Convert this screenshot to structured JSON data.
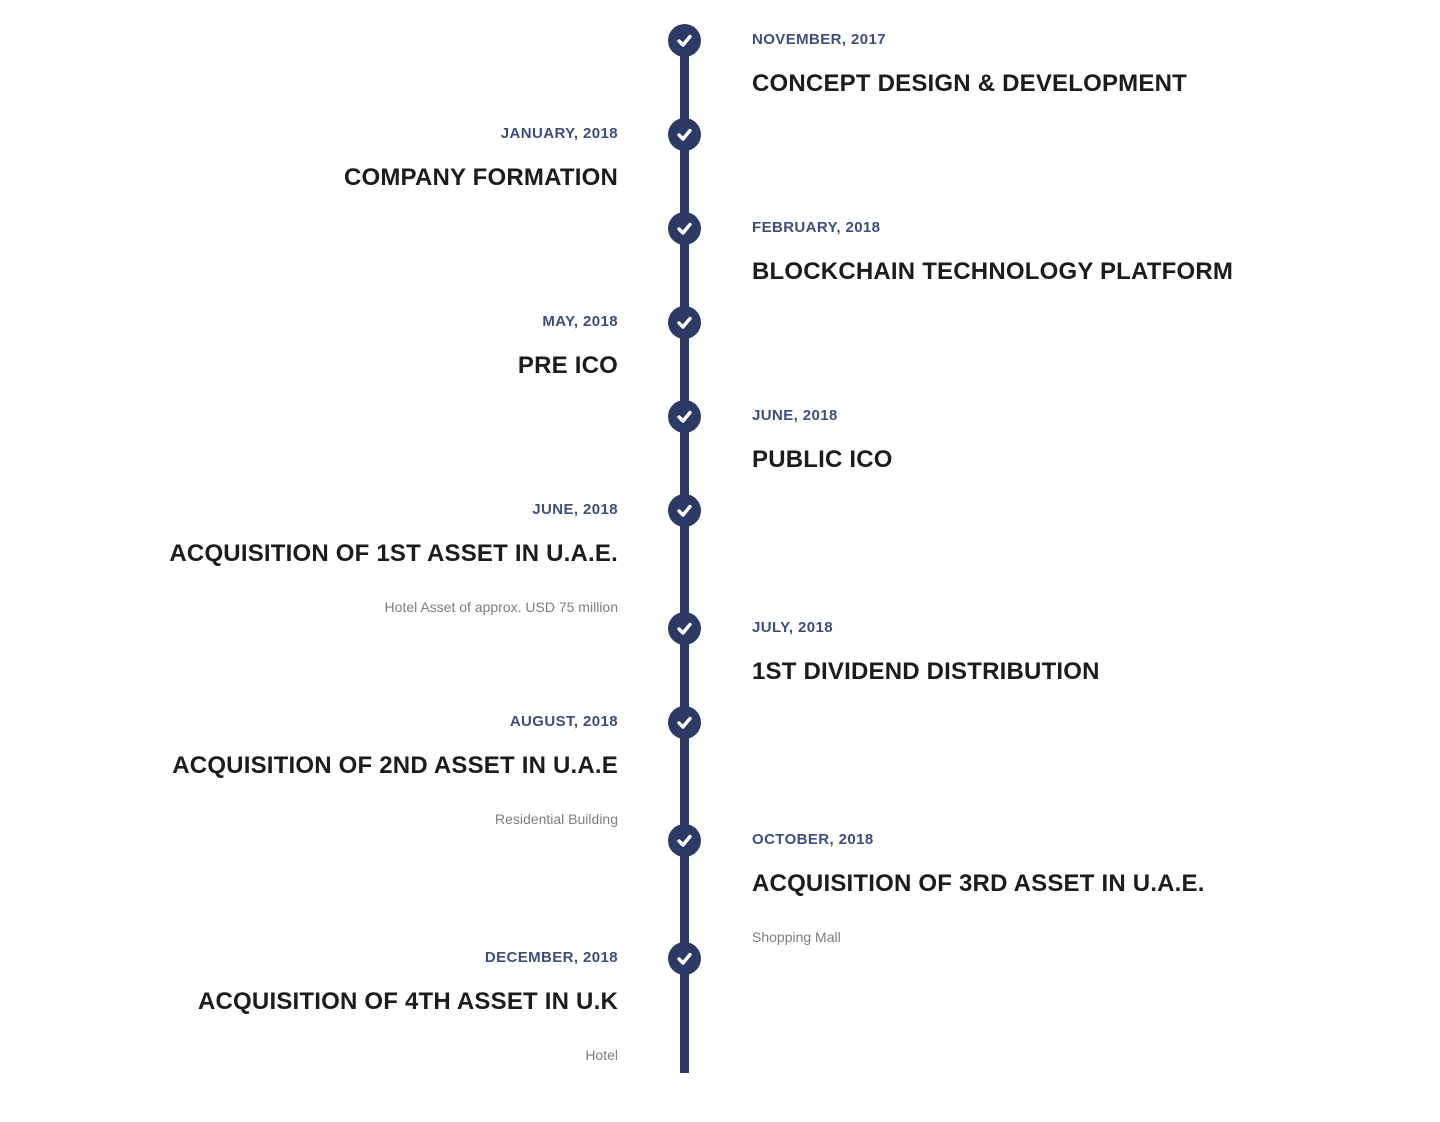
{
  "page": {
    "background_color": "#ffffff"
  },
  "timeline": {
    "orientation": "vertical",
    "line_color": "#2d3a66",
    "date_color": "#3d4e7d",
    "title_color": "#1c1c1c",
    "description_color": "#7d7d7d",
    "badge": {
      "icon": "check-icon",
      "background_color": "#2d3a66",
      "check_color": "#ffffff"
    },
    "items": [
      {
        "date": "NOVEMBER, 2017",
        "title": "CONCEPT DESIGN & DEVELOPMENT"
      },
      {
        "date": "JANUARY, 2018",
        "title": "COMPANY FORMATION"
      },
      {
        "date": "FEBRUARY, 2018",
        "title": "BLOCKCHAIN TECHNOLOGY PLATFORM"
      },
      {
        "date": "MAY, 2018",
        "title": "PRE ICO"
      },
      {
        "date": "JUNE, 2018",
        "title": "PUBLIC ICO"
      },
      {
        "date": "JUNE, 2018",
        "title": "ACQUISITION OF 1ST ASSET IN U.A.E.",
        "description": "Hotel Asset of approx. USD 75 million"
      },
      {
        "date": "JULY, 2018",
        "title": "1ST DIVIDEND DISTRIBUTION"
      },
      {
        "date": "AUGUST, 2018",
        "title": "ACQUISITION OF 2ND ASSET IN U.A.E",
        "description": "Residential Building"
      },
      {
        "date": "OCTOBER, 2018",
        "title": "ACQUISITION OF 3RD ASSET IN U.A.E.",
        "description": "Shopping Mall"
      },
      {
        "date": "DECEMBER, 2018",
        "title": "ACQUISITION OF 4TH ASSET IN U.K",
        "description": "Hotel"
      }
    ]
  }
}
